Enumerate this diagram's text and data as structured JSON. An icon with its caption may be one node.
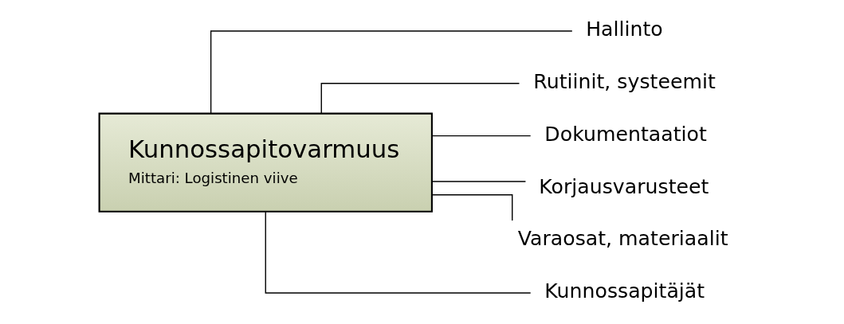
{
  "diagram": {
    "nodes": [
      {
        "text": [
          "Kunnossapitovarmuus",
          "Mittari: Logistinen viive"
        ]
      },
      {
        "text": [
          "Hallinto"
        ]
      },
      {
        "text": [
          "Rutiinit, systeemit"
        ]
      },
      {
        "text": [
          "Dokumentaatiot"
        ]
      },
      {
        "text": [
          "Korjausvarusteet"
        ]
      },
      {
        "text": [
          "Varaosat, materiaalit"
        ]
      },
      {
        "text": [
          "Kunnossapitäjät"
        ]
      }
    ],
    "edges": [
      {
        "from": 0,
        "to": 1,
        "arrow": "none"
      },
      {
        "from": 0,
        "to": 2,
        "arrow": "none"
      },
      {
        "from": 0,
        "to": 3,
        "arrow": "none"
      },
      {
        "from": 0,
        "to": 4,
        "arrow": "none"
      },
      {
        "from": 0,
        "to": 5,
        "arrow": "none"
      },
      {
        "from": 0,
        "to": 6,
        "arrow": "none"
      }
    ]
  }
}
